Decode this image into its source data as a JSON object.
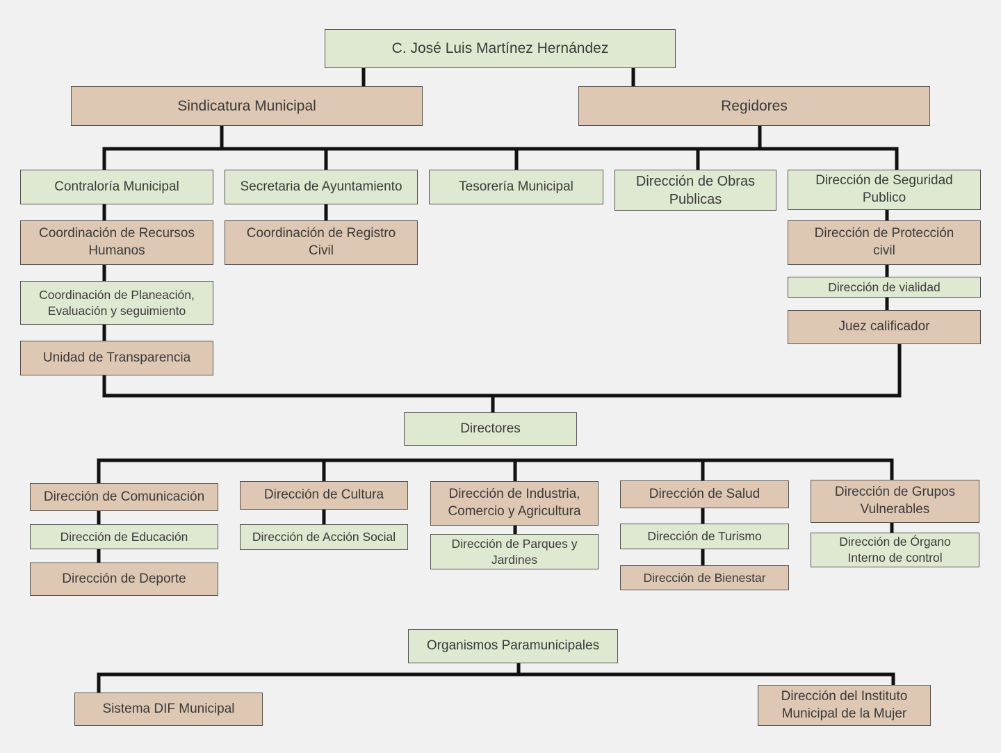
{
  "chart": {
    "head": "C. José Luis Martínez Hernández",
    "sindicatura": "Sindicatura Municipal",
    "regidores": "Regidores",
    "contraloria": "Contraloría Municipal",
    "secretaria": "Secretaria de Ayuntamiento",
    "tesoreria": "Tesorería Municipal",
    "obras": "Dirección de Obras\nPublicas",
    "seguridad": "Dirección de Seguridad\nPublico",
    "recursos_humanos": "Coordinación de Recursos\nHumanos",
    "planeacion": "Coordinación de Planeación,\nEvaluación y seguimiento",
    "transparencia": "Unidad de Transparencia",
    "registro_civil": "Coordinación de Registro\nCivil",
    "proteccion_civil": "Dirección de Protección\ncivil",
    "vialidad": "Dirección de vialidad",
    "juez": "Juez calificador",
    "directores": "Directores",
    "comunicacion": "Dirección de Comunicación",
    "educacion": "Dirección de Educación",
    "deporte": "Dirección de Deporte",
    "cultura": "Dirección de Cultura",
    "accion_social": "Dirección de Acción Social",
    "industria": "Dirección de Industria,\nComercio y Agricultura",
    "parques": "Dirección de Parques y\nJardines",
    "salud": "Dirección de Salud",
    "turismo": "Dirección de Turismo",
    "bienestar": "Dirección de Bienestar",
    "grupos": "Dirección de Grupos\nVulnerables",
    "organo": "Dirección de Órgano\nInterno de control",
    "paramunicipales": "Organismos Paramunicipales",
    "dif": "Sistema DIF Municipal",
    "mujer": "Dirección del Instituto\nMunicipal de la Mujer"
  },
  "colors": {
    "green": "#dfe8d0",
    "tan": "#dec7b3",
    "line": "#111111",
    "background": "#f1f1f1"
  }
}
